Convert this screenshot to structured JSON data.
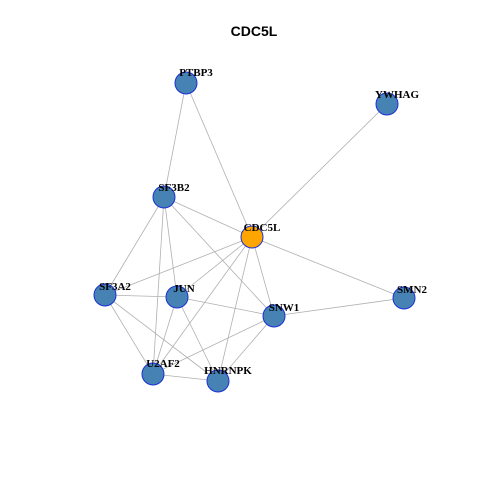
{
  "title": "CDC5L",
  "colors": {
    "node_fill": "#4682b4",
    "focus_fill": "#ffa500",
    "node_border": "#1a2fd6",
    "edge": "#b0b0b0"
  },
  "nodes": [
    {
      "id": "CDC5L",
      "focus": true
    },
    {
      "id": "PTBP3"
    },
    {
      "id": "YWHAG"
    },
    {
      "id": "SF3B2"
    },
    {
      "id": "SF3A2"
    },
    {
      "id": "JUN"
    },
    {
      "id": "SNW1"
    },
    {
      "id": "SMN2"
    },
    {
      "id": "U2AF2"
    },
    {
      "id": "HNRNPK"
    }
  ],
  "edges": [
    [
      "PTBP3",
      "SF3B2"
    ],
    [
      "PTBP3",
      "CDC5L"
    ],
    [
      "YWHAG",
      "CDC5L"
    ],
    [
      "SF3B2",
      "CDC5L"
    ],
    [
      "SF3B2",
      "SF3A2"
    ],
    [
      "SF3B2",
      "JUN"
    ],
    [
      "SF3B2",
      "SNW1"
    ],
    [
      "SF3B2",
      "U2AF2"
    ],
    [
      "CDC5L",
      "SF3A2"
    ],
    [
      "CDC5L",
      "JUN"
    ],
    [
      "CDC5L",
      "SNW1"
    ],
    [
      "CDC5L",
      "SMN2"
    ],
    [
      "CDC5L",
      "U2AF2"
    ],
    [
      "CDC5L",
      "HNRNPK"
    ],
    [
      "SF3A2",
      "JUN"
    ],
    [
      "SF3A2",
      "U2AF2"
    ],
    [
      "SF3A2",
      "HNRNPK"
    ],
    [
      "JUN",
      "SNW1"
    ],
    [
      "JUN",
      "U2AF2"
    ],
    [
      "JUN",
      "HNRNPK"
    ],
    [
      "SNW1",
      "SMN2"
    ],
    [
      "SNW1",
      "U2AF2"
    ],
    [
      "SNW1",
      "HNRNPK"
    ],
    [
      "U2AF2",
      "HNRNPK"
    ]
  ]
}
